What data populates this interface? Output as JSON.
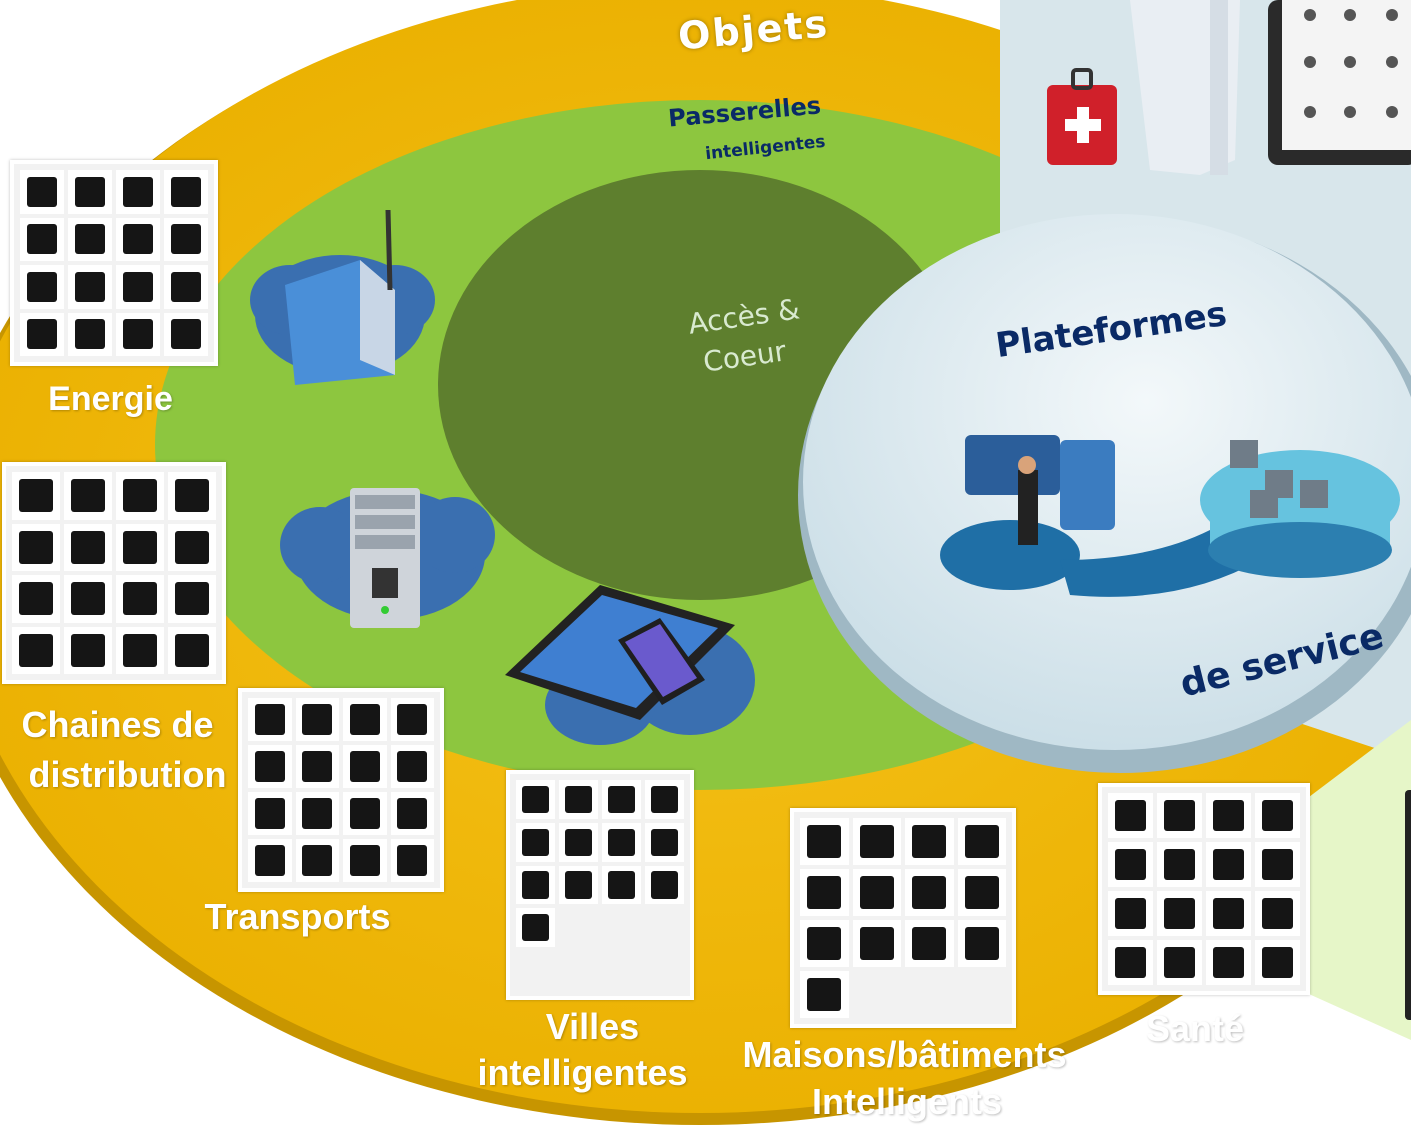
{
  "rings": {
    "objets": "Objets",
    "passerelles_line1": "Passerelles",
    "passerelles_line2": "intelligentes",
    "acces_line1": "Accès &",
    "acces_line2": "Coeur",
    "plateformes": "Plateformes",
    "de_service": "de service"
  },
  "categories": {
    "energie": "Energie",
    "chaines_line1": "Chaines de",
    "chaines_line2": "distribution",
    "transports": "Transports",
    "villes_line1": "Villes",
    "villes_line2": "intelligentes",
    "maisons_line1": "Maisons/bâtiments",
    "maisons_line2": "Intelligents",
    "sante": "Santé"
  },
  "colors": {
    "outer_ring": "#f2b705",
    "middle_ring": "#8dc63f",
    "core": "#5e7f2e",
    "platform": "#dbe9ef",
    "title_blue": "#0a2a66"
  },
  "icons": {
    "energie": [
      "battery-icon",
      "water-drop-icon",
      "molecule-icon",
      "oil-drop-icon",
      "solar-house-icon",
      "factory-icon",
      "bulb-icon",
      "fuel-can-icon",
      "wind-turbine-icon",
      "barrel-icon",
      "pylon-icon",
      "fire-icon",
      "fuel-pump-icon",
      "oil-rig-icon",
      "coal-cart-icon",
      "nuclear-plant-icon"
    ],
    "chaines": [
      "gift-icon",
      "basket-icon",
      "boxes-icon",
      "mouse-icon",
      "coupon-icon",
      "cart-minus-icon",
      "cart-plus-icon",
      "online-agent-icon",
      "clock-24-icon",
      "sale-badge-icon",
      "open-sign-icon",
      "mobile-pay-icon",
      "contract-icon",
      "truck-icon",
      "money-hand-icon",
      "handshake-icon"
    ],
    "transports": [
      "finish-flag-icon",
      "road-icon",
      "globe-search-icon",
      "home-icon",
      "satellite-icon",
      "timer-icon",
      "globe-pin-icon",
      "route-icon",
      "dish-icon",
      "car-wifi-icon",
      "fuel-station-icon",
      "checklist-icon",
      "odometer-icon",
      "route-81-icon",
      "split-arrows-icon",
      "gears-icon"
    ],
    "villes": [
      "buildings-icon",
      "liberty-icon",
      "towers-icon",
      "capitol-icon",
      "office-icon",
      "skyline-icon",
      "bridge-icon",
      "house-icon",
      "houses-icon",
      "block-icon",
      "apartment-icon",
      "tower-icon",
      "city-strip-icon"
    ],
    "maisons": [
      "house-icon",
      "office-icon",
      "store-icon",
      "birdhouse-icon",
      "home-arrow-icon",
      "skyscraper-icon",
      "family-house-icon",
      "hand-house-icon",
      "building-icon",
      "factory-icon",
      "roof-icon",
      "house-tools-icon",
      "block-icon"
    ],
    "sante": [
      "pill-icon",
      "tablet-icon",
      "dna-icon",
      "test-tubes-icon",
      "nurse-icon",
      "doctor-icon",
      "pulse-icon",
      "stethoscope-icon",
      "medical-form-icon",
      "hospital-icon",
      "thermometer-icon",
      "blood-icon",
      "tooth-icon",
      "inhaler-icon",
      "syringe-icon",
      "drip-icon"
    ]
  }
}
